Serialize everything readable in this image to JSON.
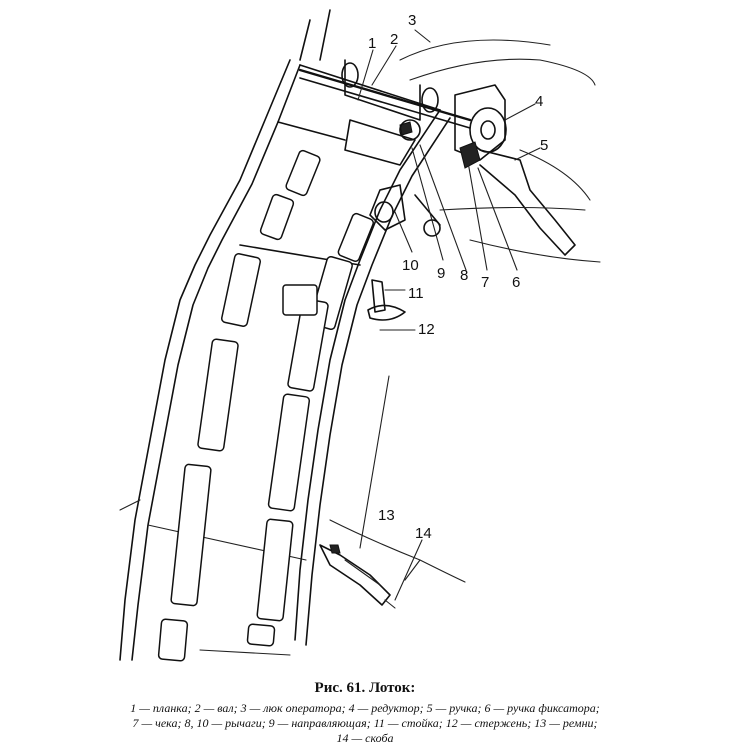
{
  "figure": {
    "number_label": "Рис. 61.",
    "title": "Лоток:"
  },
  "legend_lines": [
    "1 — планка; 2 — вал; 3 — люк оператора; 4 — редуктор; 5 — ручка; 6 — ручка фиксатора;",
    "7 — чека; 8, 10 — рычаги; 9 — направляющая; 11 — стойка; 12 — стержень; 13 — ремни;",
    "14 — скоба"
  ],
  "callouts": [
    "1",
    "2",
    "3",
    "4",
    "5",
    "6",
    "7",
    "8",
    "9",
    "10",
    "11",
    "12",
    "13",
    "14"
  ]
}
